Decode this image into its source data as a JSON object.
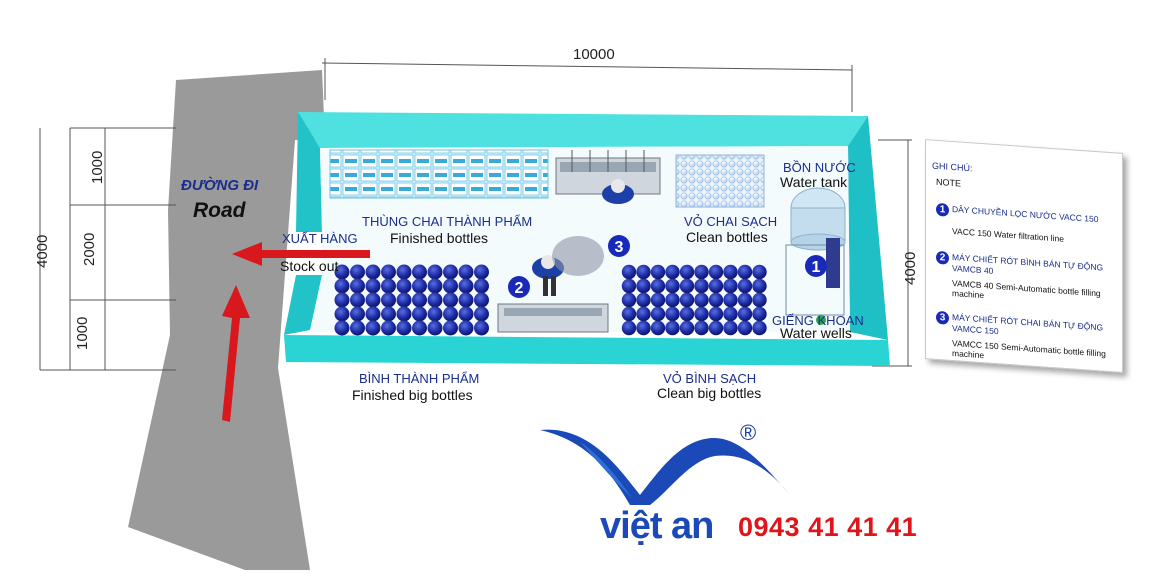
{
  "dimensions": {
    "width_label": "10000",
    "depth_label_right": "4000",
    "depth_label_left": "4000",
    "segments_left": [
      "1000",
      "2000",
      "1000"
    ]
  },
  "road": {
    "label_vi": "ĐƯỜNG ĐI",
    "label_en": "Road"
  },
  "stock_out": {
    "label_vi": "XUẤT HÀNG",
    "label_en": "Stock out"
  },
  "areas": {
    "finished_bottles_vi": "THÙNG CHAI THÀNH PHẨM",
    "finished_bottles_en": "Finished bottles",
    "clean_bottles_vi": "VỎ CHAI SẠCH",
    "clean_bottles_en": "Clean bottles",
    "water_tank_vi": "BỒN NƯỚC",
    "water_tank_en": "Water tank",
    "water_wells_vi": "GIẾNG KHOAN",
    "water_wells_en": "Water wells",
    "finished_big_vi": "BÌNH THÀNH PHẨM",
    "finished_big_en": "Finished big bottles",
    "clean_big_vi": "VỎ BÌNH SẠCH",
    "clean_big_en": "Clean big bottles"
  },
  "markers": [
    "1",
    "2",
    "3"
  ],
  "note": {
    "title": "GHI CHÚ:",
    "subtitle": "NOTE",
    "items": [
      {
        "num": "1",
        "vi": "DÂY CHUYỀN LỌC NƯỚC VACC 150",
        "en": "VACC 150 Water filtration line"
      },
      {
        "num": "2",
        "vi": "MÁY CHIẾT RÓT BÌNH BÁN TỰ ĐỘNG VAMCB 40",
        "en": "VAMCB 40 Semi-Automatic bottle filling machine"
      },
      {
        "num": "3",
        "vi": "MÁY CHIẾT RÓT CHAI BÁN TỰ ĐỘNG VAMCC 150",
        "en": "VAMCC 150 Semi-Automatic bottle filling machine"
      }
    ]
  },
  "brand": {
    "name": "việt an",
    "registered": "®",
    "phone": "0943 41 41 41"
  },
  "colors": {
    "wall": "#29d6d6",
    "floor": "#ffffff",
    "road": "#9a9a9a",
    "arrow": "#d9181d",
    "bottle": "#1f2ea8",
    "marker": "#1a2ab8",
    "brand_blue": "#1b49b8",
    "phone_red": "#e0151b"
  }
}
